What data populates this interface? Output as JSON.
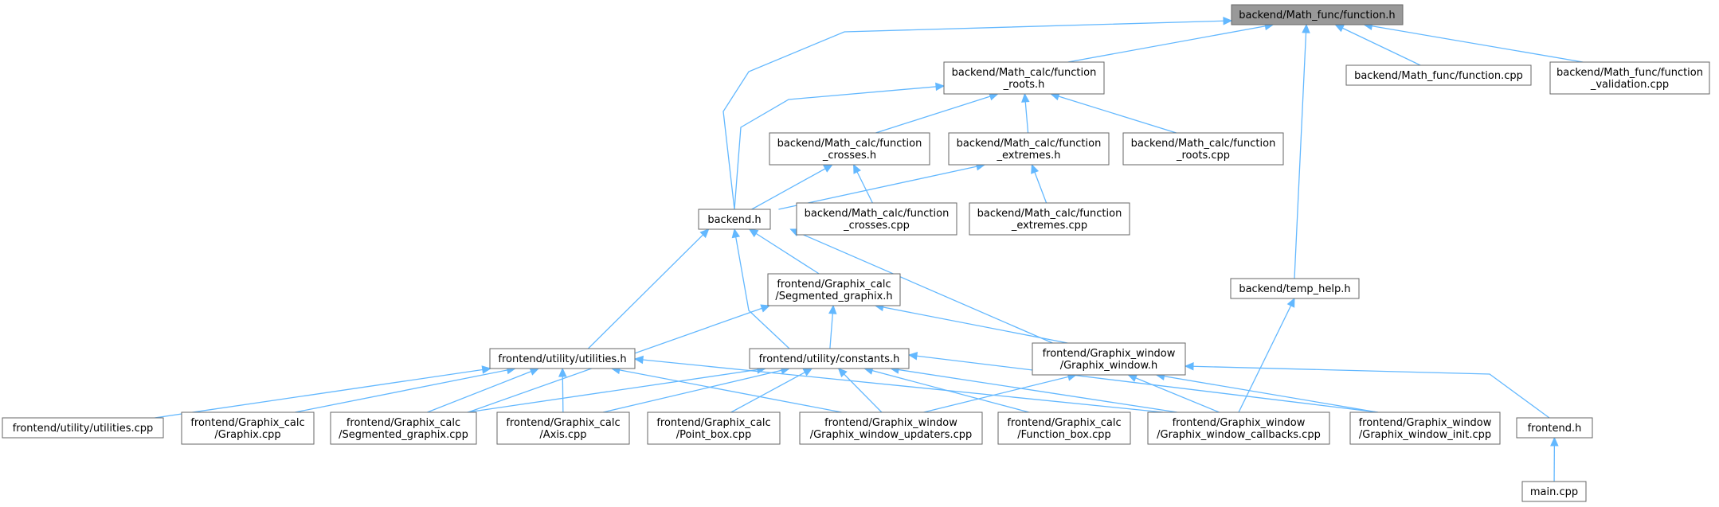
{
  "diagram": {
    "root": "backend/Math_func/function.h",
    "nodes": {
      "func_h": [
        "backend/Math_func/function.h"
      ],
      "roots_h": [
        "backend/Math_calc/function",
        "_roots.h"
      ],
      "func_cpp": [
        "backend/Math_func/function.cpp"
      ],
      "valid_cpp": [
        "backend/Math_func/function",
        "_validation.cpp"
      ],
      "crosses_h": [
        "backend/Math_calc/function",
        "_crosses.h"
      ],
      "extremes_h": [
        "backend/Math_calc/function",
        "_extremes.h"
      ],
      "roots_cpp": [
        "backend/Math_calc/function",
        "_roots.cpp"
      ],
      "backend_h": [
        "backend.h"
      ],
      "crosses_cpp": [
        "backend/Math_calc/function",
        "_crosses.cpp"
      ],
      "extremes_cpp": [
        "backend/Math_calc/function",
        "_extremes.cpp"
      ],
      "seg_h": [
        "frontend/Graphix_calc",
        "/Segmented_graphix.h"
      ],
      "temp_h": [
        "backend/temp_help.h"
      ],
      "util_h": [
        "frontend/utility/utilities.h"
      ],
      "const_h": [
        "frontend/utility/constants.h"
      ],
      "win_h": [
        "frontend/Graphix_window",
        "/Graphix_window.h"
      ],
      "util_cpp": [
        "frontend/utility/utilities.cpp"
      ],
      "graphix_cpp": [
        "frontend/Graphix_calc",
        "/Graphix.cpp"
      ],
      "seg_cpp": [
        "frontend/Graphix_calc",
        "/Segmented_graphix.cpp"
      ],
      "axis_cpp": [
        "frontend/Graphix_calc",
        "/Axis.cpp"
      ],
      "point_cpp": [
        "frontend/Graphix_calc",
        "/Point_box.cpp"
      ],
      "updaters_cpp": [
        "frontend/Graphix_window",
        "/Graphix_window_updaters.cpp"
      ],
      "funcbox_cpp": [
        "frontend/Graphix_calc",
        "/Function_box.cpp"
      ],
      "callbacks_cpp": [
        "frontend/Graphix_window",
        "/Graphix_window_callbacks.cpp"
      ],
      "init_cpp": [
        "frontend/Graphix_window",
        "/Graphix_window_init.cpp"
      ],
      "frontend_h": [
        "frontend.h"
      ],
      "main_cpp": [
        "main.cpp"
      ]
    },
    "edges": [
      [
        "roots_h",
        "func_h"
      ],
      [
        "func_cpp",
        "func_h"
      ],
      [
        "valid_cpp",
        "func_h"
      ],
      [
        "backend_h",
        "func_h"
      ],
      [
        "temp_h",
        "func_h"
      ],
      [
        "crosses_h",
        "roots_h"
      ],
      [
        "extremes_h",
        "roots_h"
      ],
      [
        "roots_cpp",
        "roots_h"
      ],
      [
        "backend_h",
        "roots_h"
      ],
      [
        "backend_h",
        "crosses_h"
      ],
      [
        "crosses_cpp",
        "crosses_h"
      ],
      [
        "backend_h",
        "extremes_h"
      ],
      [
        "extremes_cpp",
        "extremes_h"
      ],
      [
        "util_h",
        "backend_h"
      ],
      [
        "seg_h",
        "backend_h"
      ],
      [
        "const_h",
        "backend_h"
      ],
      [
        "win_h",
        "backend_h"
      ],
      [
        "const_h",
        "seg_h"
      ],
      [
        "win_h",
        "seg_h"
      ],
      [
        "seg_cpp",
        "seg_h"
      ],
      [
        "callbacks_cpp",
        "temp_h"
      ],
      [
        "util_cpp",
        "util_h"
      ],
      [
        "graphix_cpp",
        "util_h"
      ],
      [
        "seg_cpp",
        "util_h"
      ],
      [
        "axis_cpp",
        "util_h"
      ],
      [
        "updaters_cpp",
        "util_h"
      ],
      [
        "callbacks_cpp",
        "util_h"
      ],
      [
        "seg_cpp",
        "const_h"
      ],
      [
        "axis_cpp",
        "const_h"
      ],
      [
        "point_cpp",
        "const_h"
      ],
      [
        "updaters_cpp",
        "const_h"
      ],
      [
        "funcbox_cpp",
        "const_h"
      ],
      [
        "callbacks_cpp",
        "const_h"
      ],
      [
        "init_cpp",
        "const_h"
      ],
      [
        "updaters_cpp",
        "win_h"
      ],
      [
        "callbacks_cpp",
        "win_h"
      ],
      [
        "init_cpp",
        "win_h"
      ],
      [
        "frontend_h",
        "win_h"
      ],
      [
        "main_cpp",
        "frontend_h"
      ]
    ]
  }
}
